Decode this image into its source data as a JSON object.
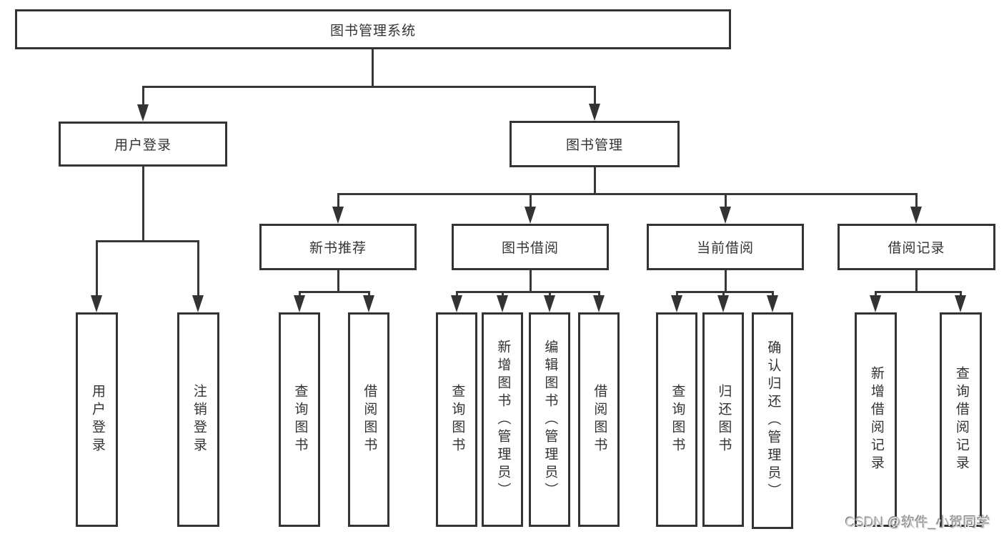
{
  "diagram": {
    "type": "org-chart",
    "line_color": "#333333",
    "background": "#ffffff",
    "tree": {
      "root": {
        "label": "图书管理系统",
        "children": [
          {
            "label": "用户登录",
            "children": [
              {
                "label": "用户登录"
              },
              {
                "label": "注销登录"
              }
            ]
          },
          {
            "label": "图书管理",
            "children": [
              {
                "label": "新书推荐",
                "children": [
                  {
                    "label": "查询图书"
                  },
                  {
                    "label": "借阅图书"
                  }
                ]
              },
              {
                "label": "图书借阅",
                "children": [
                  {
                    "label": "查询图书"
                  },
                  {
                    "label": "新增图书（管理员）"
                  },
                  {
                    "label": "编辑图书（管理员）"
                  },
                  {
                    "label": "借阅图书"
                  }
                ]
              },
              {
                "label": "当前借阅",
                "children": [
                  {
                    "label": "查询图书"
                  },
                  {
                    "label": "归还图书"
                  },
                  {
                    "label": "确认归还（管理员）"
                  }
                ]
              },
              {
                "label": "借阅记录",
                "children": [
                  {
                    "label": "新增借阅记录"
                  },
                  {
                    "label": "查询借阅记录"
                  }
                ]
              }
            ]
          }
        ]
      }
    }
  },
  "watermark": {
    "text": "CSDN @软件_小贺同学"
  }
}
